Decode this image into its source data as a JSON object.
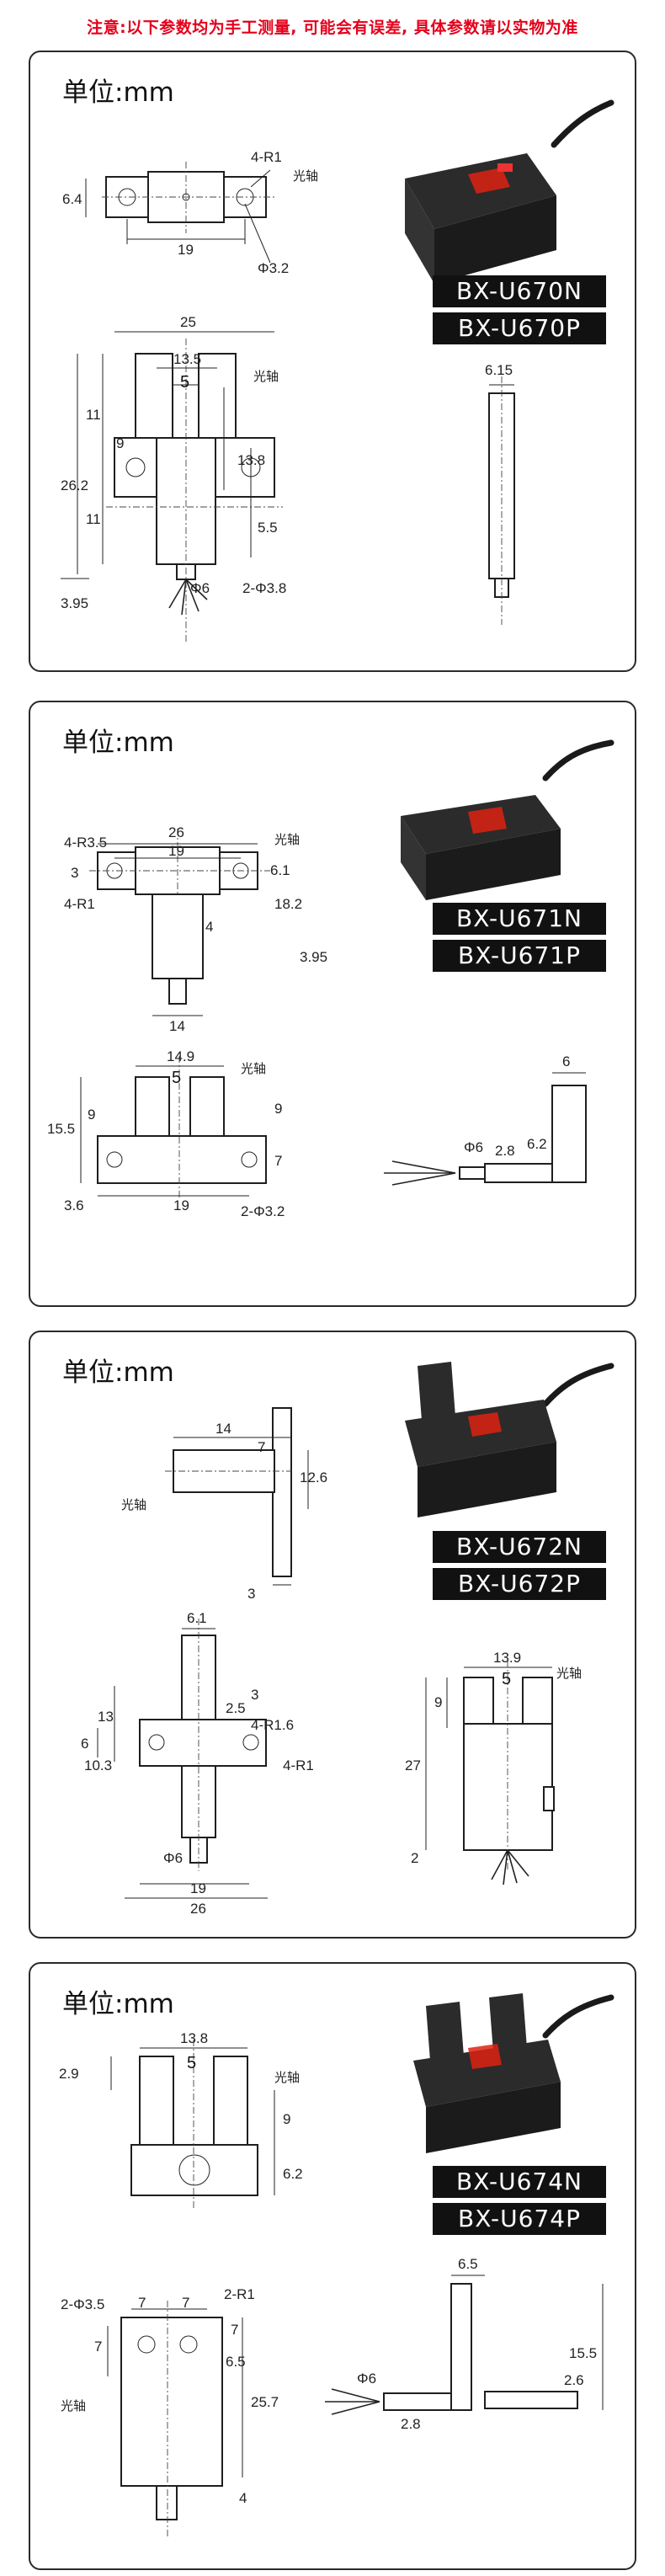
{
  "notice": "注意:以下参数均为手工测量, 可能会有误差, 具体参数请以实物为准",
  "panels": [
    {
      "unit": "单位:mm",
      "models": [
        "BX-U670N",
        "BX-U670P"
      ],
      "dims": {
        "top_h": "6.4",
        "top_r": "4-R1",
        "top_axis": "光轴",
        "top_w": "19",
        "top_hole": "Φ3.2",
        "w25": "25",
        "w135": "13.5",
        "w5": "5",
        "axis": "光轴",
        "h262": "26.2",
        "h11a": "11",
        "h11b": "11",
        "h9": "9",
        "h138": "13.8",
        "h55": "5.5",
        "phi6": "Φ6",
        "holes": "2-Φ3.8",
        "side395": "3.95",
        "side615": "6.15"
      }
    },
    {
      "unit": "单位:mm",
      "models": [
        "BX-U671N",
        "BX-U671P"
      ],
      "dims": {
        "r35": "4-R3.5",
        "w26": "26",
        "w19": "19",
        "axis": "光轴",
        "h3": "3",
        "h61": "6.1",
        "r1": "4-R1",
        "w4": "4",
        "h182": "18.2",
        "h395": "3.95",
        "w14": "14",
        "w149": "14.9",
        "w5": "5",
        "axis2": "光轴",
        "h155": "15.5",
        "h9a": "9",
        "h9b": "9",
        "h7": "7",
        "w36": "3.6",
        "w19b": "19",
        "holes": "2-Φ3.2",
        "side6": "6",
        "phi6": "Φ6",
        "side28": "2.8",
        "side62": "6.2"
      }
    },
    {
      "unit": "单位:mm",
      "models": [
        "BX-U672N",
        "BX-U672P"
      ],
      "dims": {
        "w14": "14",
        "w7": "7",
        "h126": "12.6",
        "axis": "光轴",
        "w3": "3",
        "w61": "6.1",
        "h13": "13",
        "w25": "2.5",
        "w3b": "3",
        "r16": "4-R1.6",
        "h6": "6",
        "h103": "10.3",
        "r1": "4-R1",
        "phi6": "Φ6",
        "w19": "19",
        "w26": "26",
        "w139": "13.9",
        "w5": "5",
        "axis2": "光轴",
        "h9": "9",
        "h27": "27",
        "h2": "2"
      }
    },
    {
      "unit": "单位:mm",
      "models": [
        "BX-U674N",
        "BX-U674P"
      ],
      "dims": {
        "w138": "13.8",
        "w5": "5",
        "axis": "光轴",
        "h29": "2.9",
        "h9": "9",
        "h62": "6.2",
        "holes": "2-Φ3.5",
        "w7a": "7",
        "w7b": "7",
        "r1": "2-R1",
        "h7a": "7",
        "h7b": "7",
        "h65": "6.5",
        "h257": "25.7",
        "axis2": "光轴",
        "w4": "4",
        "side65": "6.5",
        "phi6": "Φ6",
        "side155": "15.5",
        "side26": "2.6",
        "side28": "2.8"
      }
    }
  ]
}
